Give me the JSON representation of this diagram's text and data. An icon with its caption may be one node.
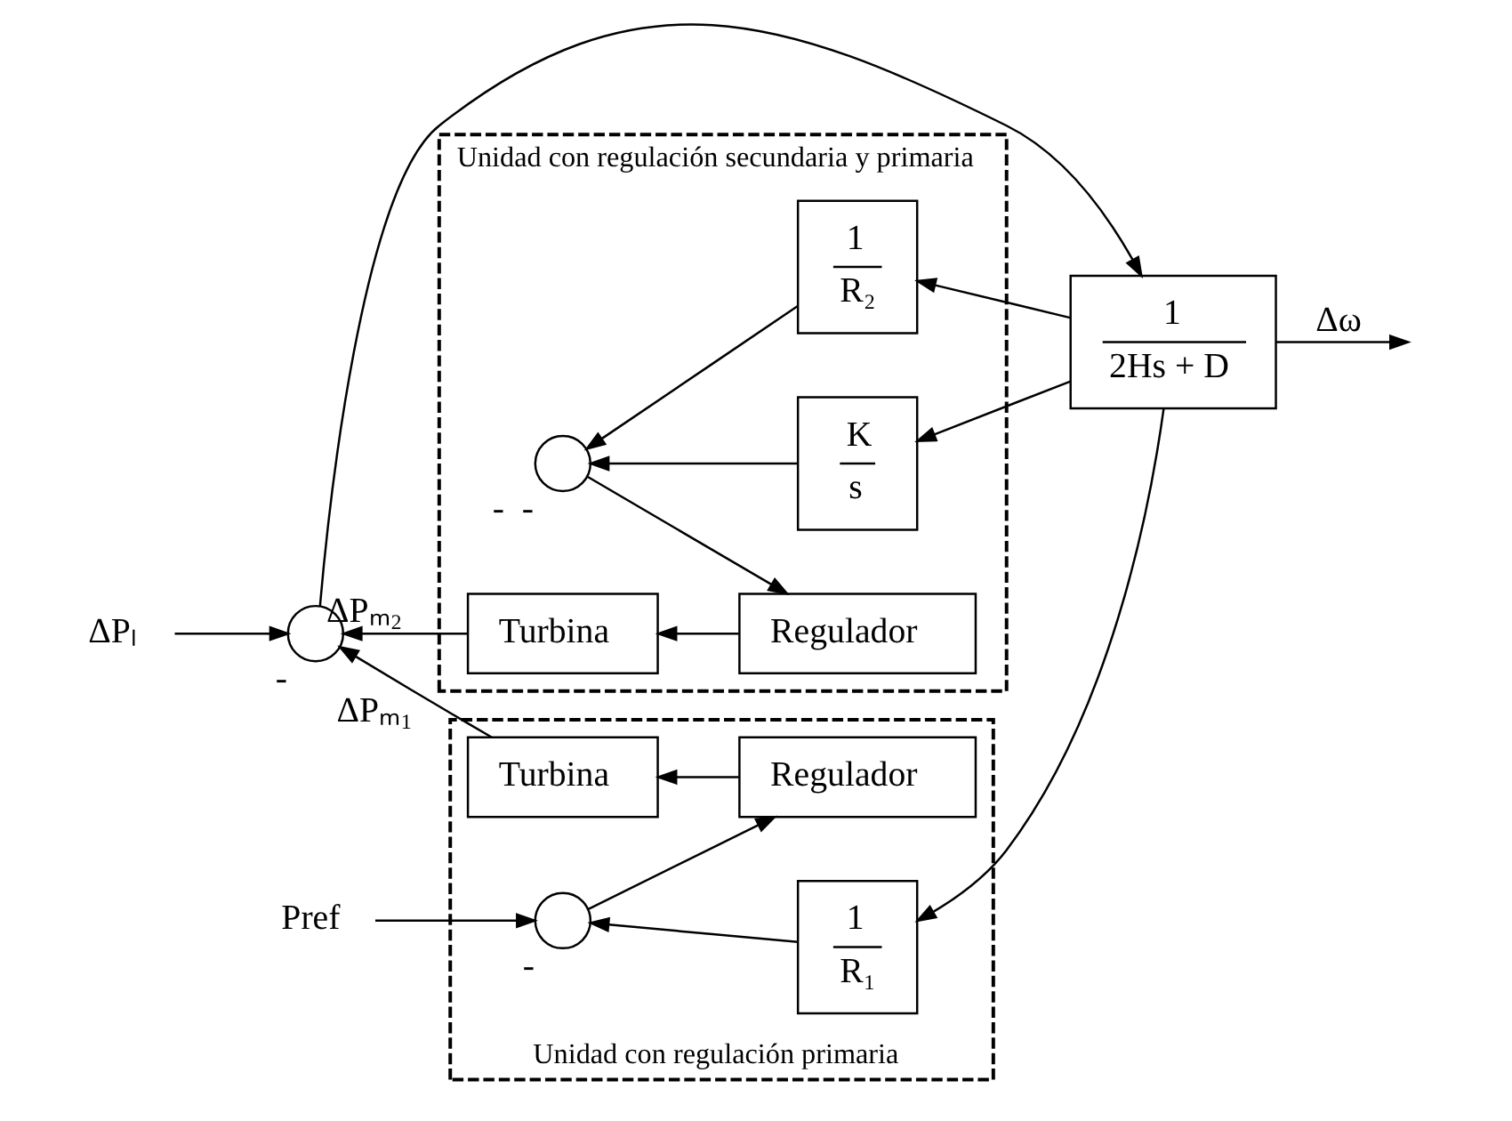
{
  "diagram": {
    "nodes": [
      {
        "text": [
          "Unidad con regulación secundaria y primaria"
        ]
      },
      {
        "text": [
          "K",
          "s"
        ],
        "in": 0
      },
      {
        "text": [
          "1",
          "R₂"
        ],
        "in": 0
      },
      {
        "text": [],
        "shape": "circle",
        "in": 0,
        "beside": [
          "-",
          "-"
        ]
      },
      {
        "text": [
          "Regulador"
        ],
        "in": 0
      },
      {
        "text": [
          "Turbina"
        ],
        "in": 0
      },
      {
        "text": [
          "Unidad con regulación primaria"
        ]
      },
      {
        "text": [],
        "shape": "circle",
        "in": 6,
        "beside": [
          "-"
        ]
      },
      {
        "text": [
          "Regulador"
        ],
        "in": 6
      },
      {
        "text": [
          "Turbina"
        ],
        "in": 6
      },
      {
        "text": [
          "1",
          "R₁"
        ],
        "in": 6
      },
      {
        "text": [],
        "shape": "circle",
        "beside": [
          "-"
        ]
      },
      {
        "text": [
          "1",
          "2Hs + D"
        ]
      },
      {
        "text": [
          "ΔPₗ"
        ]
      },
      {
        "text": [
          "Pref"
        ]
      }
    ],
    "edges": [
      {
        "from": 14,
        "to": 7,
        "arrow": "to"
      },
      {
        "from": 7,
        "to": 8,
        "arrow": "to"
      },
      {
        "from": 8,
        "to": 9,
        "arrow": "to"
      },
      {
        "from": 9,
        "to": 11,
        "arrow": "to",
        "label": "ΔPₘ₁"
      },
      {
        "from": 3,
        "to": 4,
        "arrow": "to"
      },
      {
        "from": 4,
        "to": 5,
        "arrow": "to"
      },
      {
        "from": 5,
        "to": 11,
        "arrow": "to",
        "label": "ΔPₘ₂"
      },
      {
        "from": 13,
        "to": 11,
        "arrow": "to"
      },
      {
        "from": 11,
        "to": 12,
        "arrow": "to"
      },
      {
        "from": 12,
        "to": null,
        "arrow": "to",
        "label": "Δω"
      },
      {
        "from": 12,
        "to": 1,
        "arrow": "to"
      },
      {
        "from": 12,
        "to": 2,
        "arrow": "to"
      },
      {
        "from": 12,
        "to": 10,
        "arrow": "to"
      },
      {
        "from": 1,
        "to": 3,
        "arrow": "to"
      },
      {
        "from": 2,
        "to": 3,
        "arrow": "to"
      },
      {
        "from": 10,
        "to": 7,
        "arrow": "to"
      }
    ]
  }
}
